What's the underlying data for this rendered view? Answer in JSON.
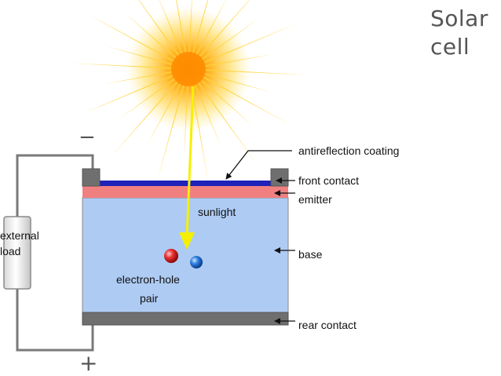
{
  "title": {
    "line1": "Solar",
    "line2": "cell"
  },
  "labels": {
    "antireflection": "antireflection coating",
    "front_contact": "front contact",
    "emitter": "emitter",
    "sunlight": "sunlight",
    "base": "base",
    "electron_hole_line1": "electron-hole",
    "electron_hole_line2": "pair",
    "rear_contact": "rear contact",
    "load_line1": "external",
    "load_line2": "load",
    "minus": "−",
    "plus": "+"
  },
  "colors": {
    "base": "#aecbf4",
    "emitter": "#f08080",
    "coating": "#1f22b8",
    "contact": "#6f6f6f",
    "wire": "#7a7a7a",
    "sun_core": "#ff8c00",
    "sun_ray": "#ffd23a",
    "sunlight_arrow": "#f5f000",
    "electron": "#e83030",
    "hole": "#2f7fe0"
  }
}
